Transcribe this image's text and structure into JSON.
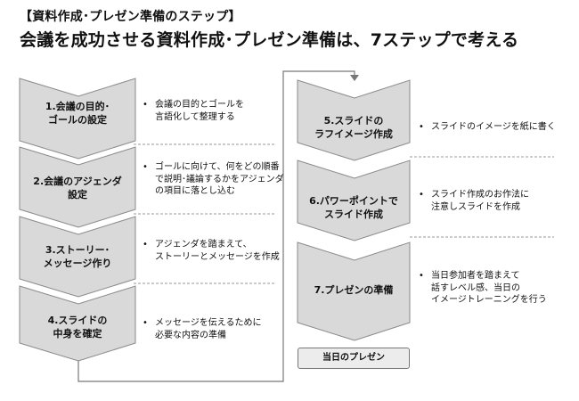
{
  "header": {
    "bracket_title": "【資料作成･プレゼン準備のステップ】",
    "main_title": "会議を成功させる資料作成･プレゼン準備は、7ステップで考える"
  },
  "steps": [
    {
      "label_line1": "1.会議の目的･",
      "label_line2": "ゴールの設定",
      "desc_line1": "会議の目的とゴールを",
      "desc_line2": "言語化して整理する",
      "desc_line3": ""
    },
    {
      "label_line1": "2.会議のアジェンダ",
      "label_line2": "設定",
      "desc_line1": "ゴールに向けて、何をどの順番",
      "desc_line2": "で説明･議論するかをアジェンダ",
      "desc_line3": "の項目に落とし込む"
    },
    {
      "label_line1": "3.ストーリー･",
      "label_line2": "メッセージ作り",
      "desc_line1": "アジェンダを踏まえて、",
      "desc_line2": "ストーリーとメッセージを作成",
      "desc_line3": ""
    },
    {
      "label_line1": "4.スライドの",
      "label_line2": "中身を確定",
      "desc_line1": "メッセージを伝えるために",
      "desc_line2": "必要な内容の準備",
      "desc_line3": ""
    },
    {
      "label_line1": "5.スライドの",
      "label_line2": "ラフイメージ作成",
      "desc_line1": "スライドのイメージを紙に書く",
      "desc_line2": "",
      "desc_line3": ""
    },
    {
      "label_line1": "6.パワーポイントで",
      "label_line2": "スライド作成",
      "desc_line1": "スライド作成のお作法に",
      "desc_line2": "注意しスライドを作成",
      "desc_line3": ""
    },
    {
      "label_line1": "7.プレゼンの準備",
      "label_line2": "",
      "desc_line1": "当日参加者を踏まえて",
      "desc_line2": "話すレベル感、当日の",
      "desc_line3": "イメージトレーニングを行う"
    }
  ],
  "final": {
    "label": "当日のプレゼン"
  },
  "colors": {
    "chevron_fill": "#d9d9d9",
    "chevron_stroke": "#8a8a8a",
    "divider": "#9a9a9a"
  }
}
